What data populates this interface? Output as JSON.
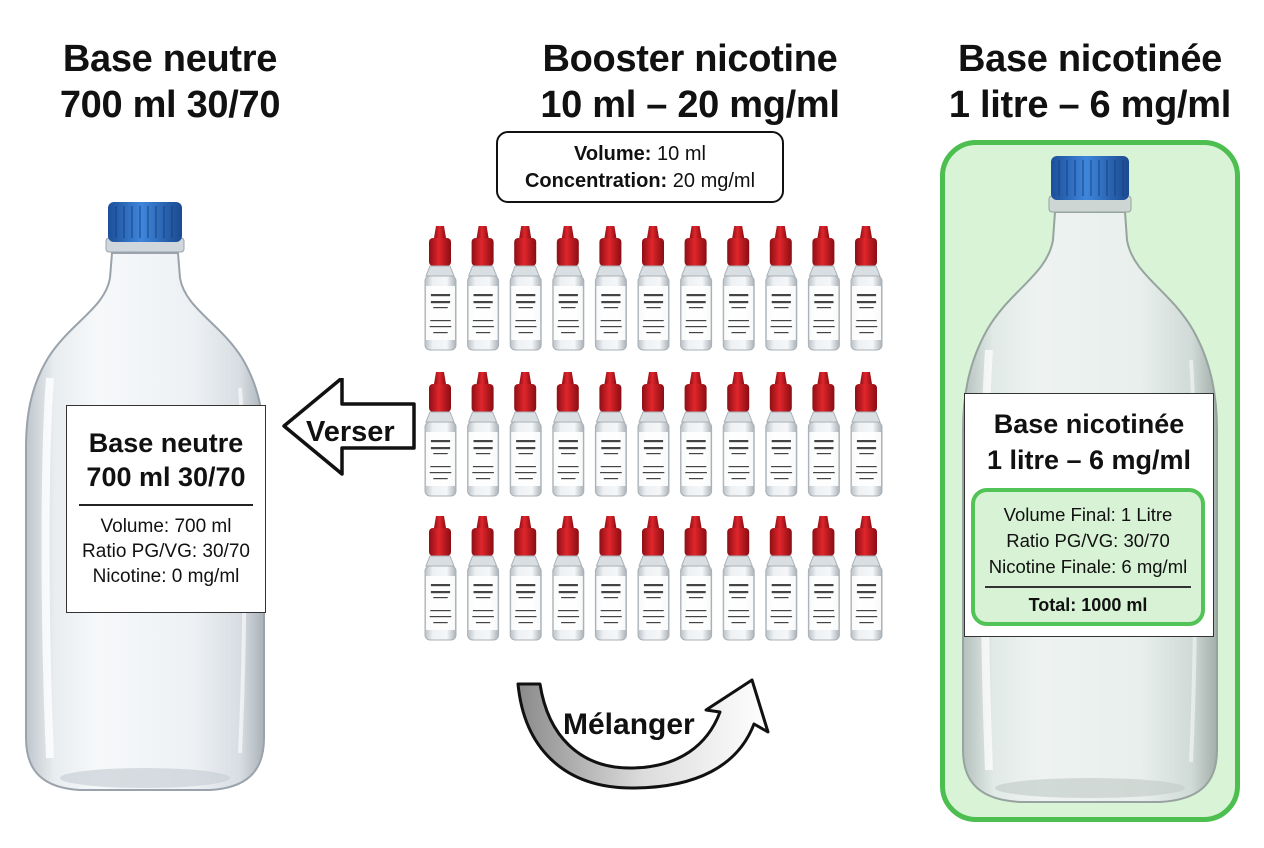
{
  "left": {
    "title_line1": "Base neutre",
    "title_line2": "700 ml 30/70",
    "label": {
      "title_line1": "Base neutre",
      "title_line2": "700 ml 30/70",
      "line1": "Volume: 700 ml",
      "line2": "Ratio PG/VG: 30/70",
      "line3": "Nicotine: 0 mg/ml"
    },
    "cap_color": "#2f6fc4"
  },
  "center": {
    "title_line1": "Booster nicotine",
    "title_line2": "10 ml – 20 mg/ml",
    "info_volume_label": "Volume:",
    "info_volume_value": " 10 ml",
    "info_conc_label": "Concentration:",
    "info_conc_value": " 20 mg/ml",
    "vial_rows": 3,
    "vial_cols": 11,
    "vial_cap_color": "#c8161d"
  },
  "right": {
    "title_line1": "Base nicotinée",
    "title_line2": "1 litre – 6 mg/ml",
    "label": {
      "title_line1": "Base nicotinée",
      "title_line2": "1 litre – 6 mg/ml",
      "line1": "Volume Final: 1 Litre",
      "line2": "Ratio PG/VG: 30/70",
      "line3": "Nicotine Finale: 6 mg/ml",
      "total": "Total: 1000 ml"
    },
    "panel_color": "#4cbf50",
    "cap_color": "#2f6fc4"
  },
  "arrows": {
    "pour_label": "Verser",
    "mix_label": "Mélanger"
  }
}
